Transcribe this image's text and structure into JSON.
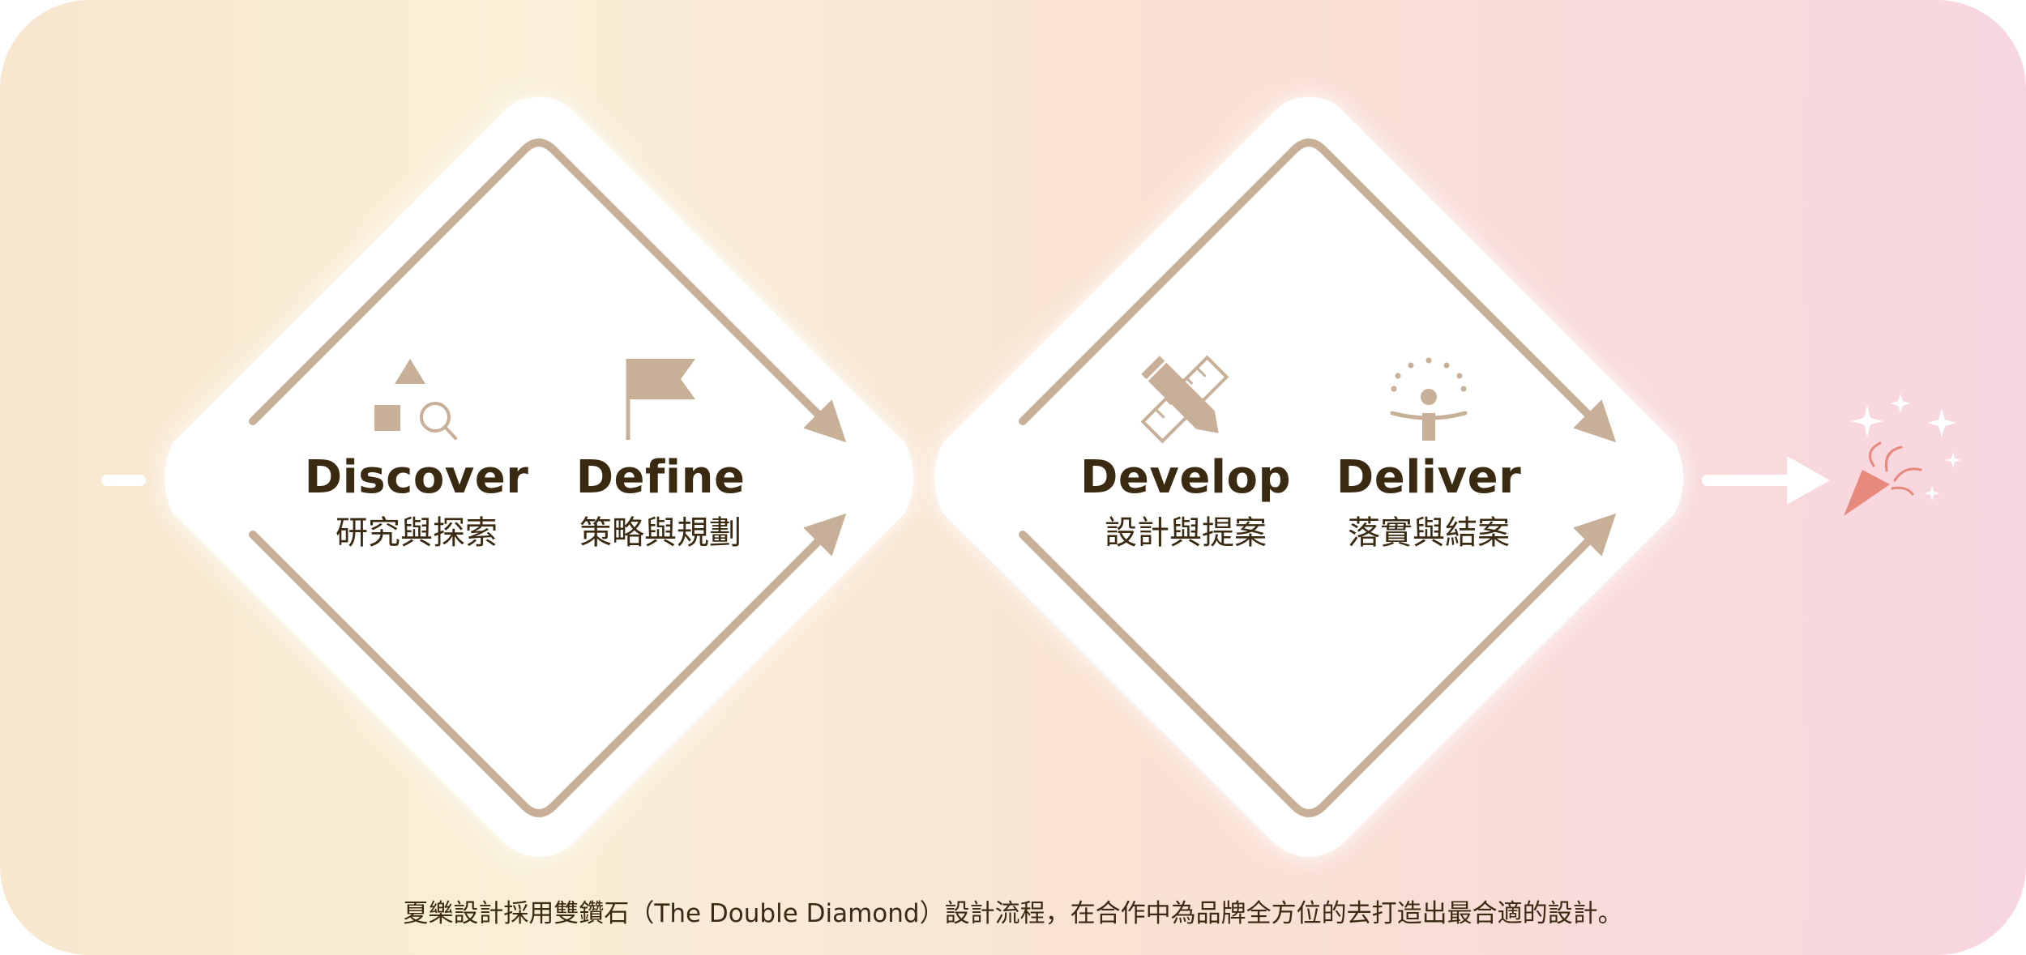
{
  "phases": [
    {
      "title": "Discover",
      "subtitle": "研究與探索",
      "icon": "shapes-search-icon"
    },
    {
      "title": "Define",
      "subtitle": "策略與規劃",
      "icon": "flag-icon"
    },
    {
      "title": "Develop",
      "subtitle": "設計與提案",
      "icon": "pencil-ruler-icon"
    },
    {
      "title": "Deliver",
      "subtitle": "落實與結案",
      "icon": "celebrate-person-icon"
    }
  ],
  "caption": "夏樂設計採用雙鑽石（The Double Diamond）設計流程，在合作中為品牌全方位的去打造出最合適的設計。",
  "end_icon": "party-popper-icon",
  "colors": {
    "accent": "#c8af98",
    "text": "#3b2a12",
    "popper": "#e8897e",
    "bg_left": "#f8e6cf",
    "bg_right": "#f8d6e0"
  }
}
